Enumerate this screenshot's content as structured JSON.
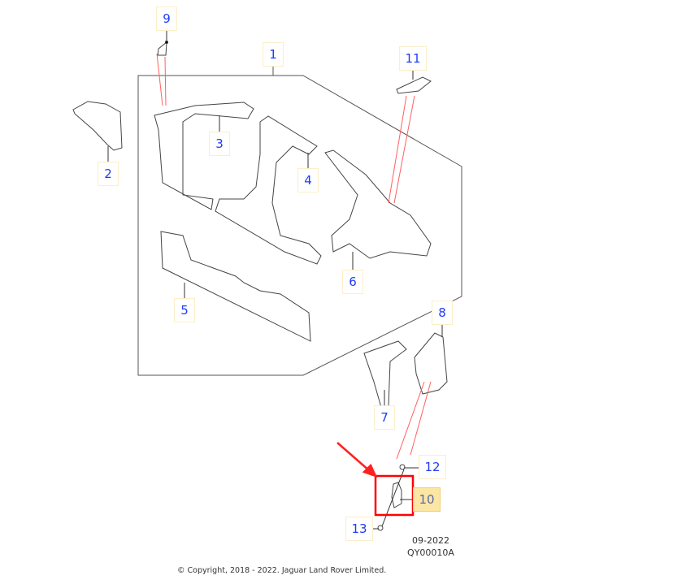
{
  "callouts": [
    {
      "id": "9",
      "label": "9"
    },
    {
      "id": "1",
      "label": "1"
    },
    {
      "id": "11",
      "label": "11"
    },
    {
      "id": "2",
      "label": "2"
    },
    {
      "id": "3",
      "label": "3"
    },
    {
      "id": "4",
      "label": "4"
    },
    {
      "id": "6",
      "label": "6"
    },
    {
      "id": "5",
      "label": "5"
    },
    {
      "id": "8",
      "label": "8"
    },
    {
      "id": "7",
      "label": "7"
    },
    {
      "id": "12",
      "label": "12"
    },
    {
      "id": "10",
      "label": "10",
      "selected": true
    },
    {
      "id": "13",
      "label": "13"
    }
  ],
  "diagram": {
    "date": "09-2022",
    "code": "QY00010A"
  },
  "footer": {
    "copyright": "© Copyright, 2018 - 2022. Jaguar Land Rover Limited."
  },
  "colors": {
    "callout_text": "#1f3cf5",
    "highlight": "#fbe6a4",
    "selection_box": "#ff0000",
    "arrow": "#ff2020"
  }
}
